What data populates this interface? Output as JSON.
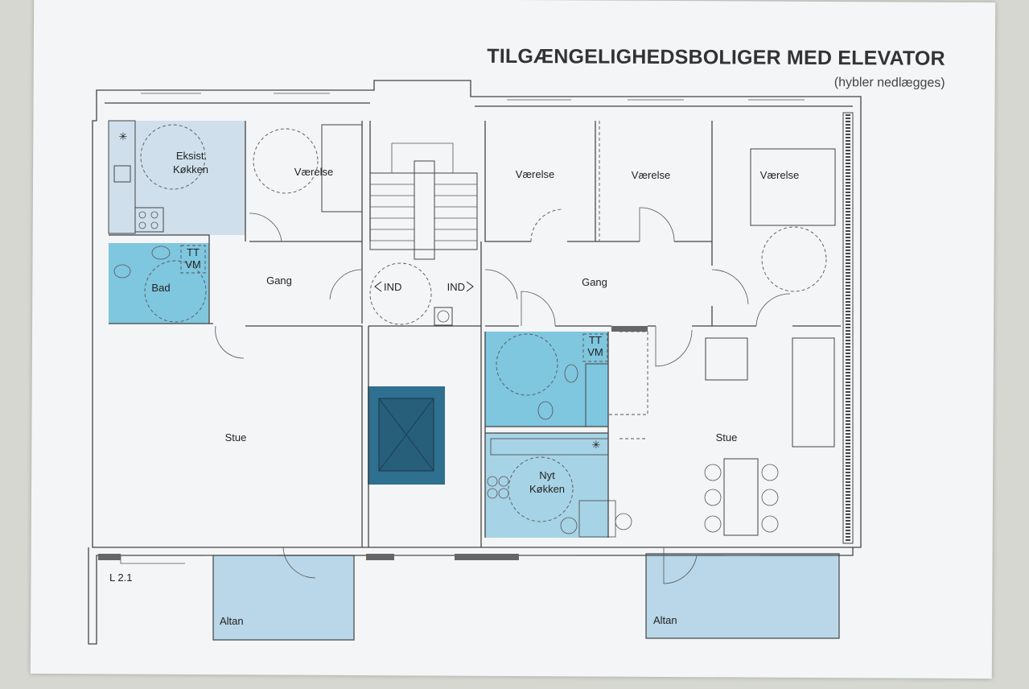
{
  "header": {
    "title": "TILGÆNGELIGHEDSBOLIGER MED ELEVATOR",
    "subtitle": "(hybler nedlægges)"
  },
  "rooms": {
    "eksist_line1": "Eksist.",
    "eksist_line2": "Køkken",
    "vaerelse_1": "Værelse",
    "vaerelse_2": "Værelse",
    "vaerelse_3": "Værelse",
    "vaerelse_4": "Værelse",
    "bad": "Bad",
    "tt_1": "TT",
    "vm_1": "VM",
    "gang_left": "Gang",
    "gang_right": "Gang",
    "ind_left": "IND",
    "ind_right": "IND",
    "tt_2": "TT",
    "vm_2": "VM",
    "stue_left": "Stue",
    "stue_right": "Stue",
    "nyt_line1": "Nyt",
    "nyt_line2": "Køkken",
    "altan_left": "Altan",
    "altan_right": "Altan",
    "level": "L 2.1"
  },
  "colors": {
    "light_blue": "#cfe0ec",
    "cyan": "#7fc6df",
    "elevator": "#2f6f8f",
    "balcony": "#b9d7e8"
  }
}
